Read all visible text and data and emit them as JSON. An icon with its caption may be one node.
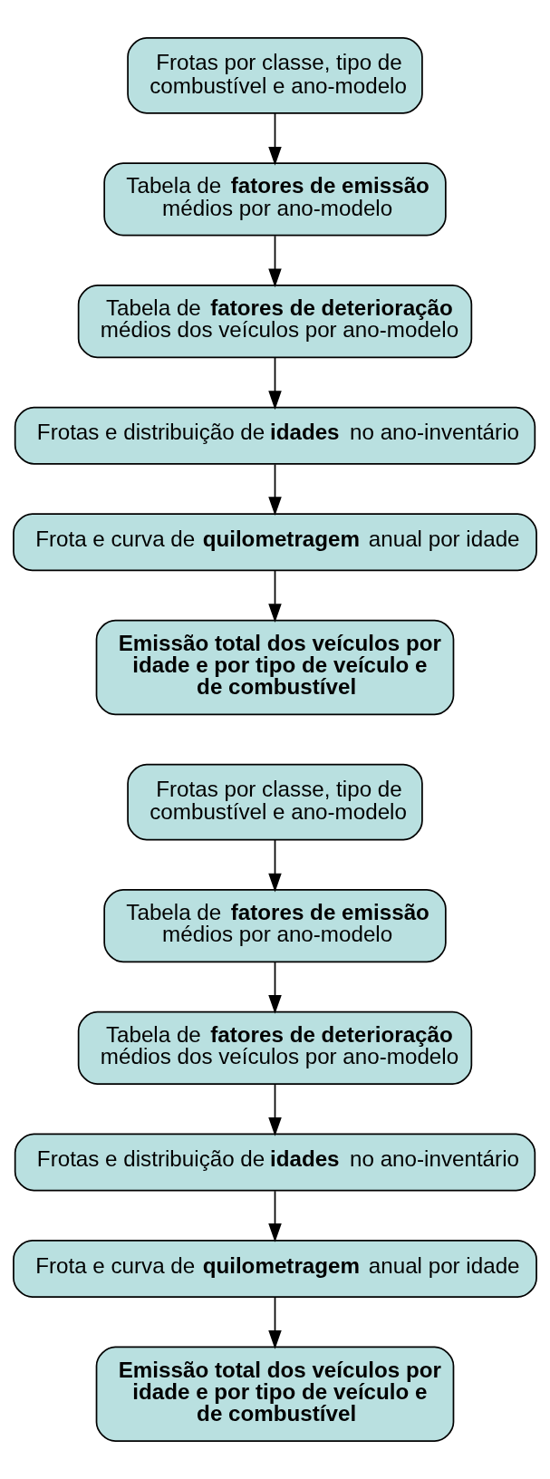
{
  "diagram": {
    "nodes": [
      {
        "text": [
          "Frotas por classe, tipo de combustível e ano-modelo"
        ]
      },
      {
        "text": [
          "Tabela de **fatores de emissão** médios por ano-modelo"
        ]
      },
      {
        "text": [
          "Tabela de **fatores de deterioração** médios dos veículos por ano-modelo"
        ]
      },
      {
        "text": [
          "Frotas e distribuição de **idades** no ano-inventário"
        ]
      },
      {
        "text": [
          "Frota e curva de **quilometragem** anual por idade"
        ]
      },
      {
        "text": [
          "Emissão total dos veículos por idade e por tipo de veículo e de combustível"
        ]
      },
      {
        "text": [
          "Frotas por classe, tipo de combustível e ano-modelo"
        ]
      },
      {
        "text": [
          "Tabela de **fatores de emissão** médios por ano-modelo"
        ]
      },
      {
        "text": [
          "Tabela de **fatores de deterioração** médios dos veículos por ano-modelo"
        ]
      },
      {
        "text": [
          "Frotas e distribuição de **idades** no ano-inventário"
        ]
      },
      {
        "text": [
          "Frota e curva de **quilometragem** anual por idade"
        ]
      },
      {
        "text": [
          "Emissão total dos veículos por idade e por tipo de veículo e de combustível"
        ]
      }
    ],
    "edges": [
      {
        "from": 0,
        "to": 1,
        "arrow": "to"
      },
      {
        "from": 1,
        "to": 2,
        "arrow": "to"
      },
      {
        "from": 2,
        "to": 3,
        "arrow": "to"
      },
      {
        "from": 3,
        "to": 4,
        "arrow": "to"
      },
      {
        "from": 4,
        "to": 5,
        "arrow": "to"
      },
      {
        "from": 6,
        "to": 7,
        "arrow": "to"
      },
      {
        "from": 7,
        "to": 8,
        "arrow": "to"
      },
      {
        "from": 8,
        "to": 9,
        "arrow": "to"
      },
      {
        "from": 9,
        "to": 10,
        "arrow": "to"
      },
      {
        "from": 10,
        "to": 11,
        "arrow": "to"
      }
    ]
  }
}
